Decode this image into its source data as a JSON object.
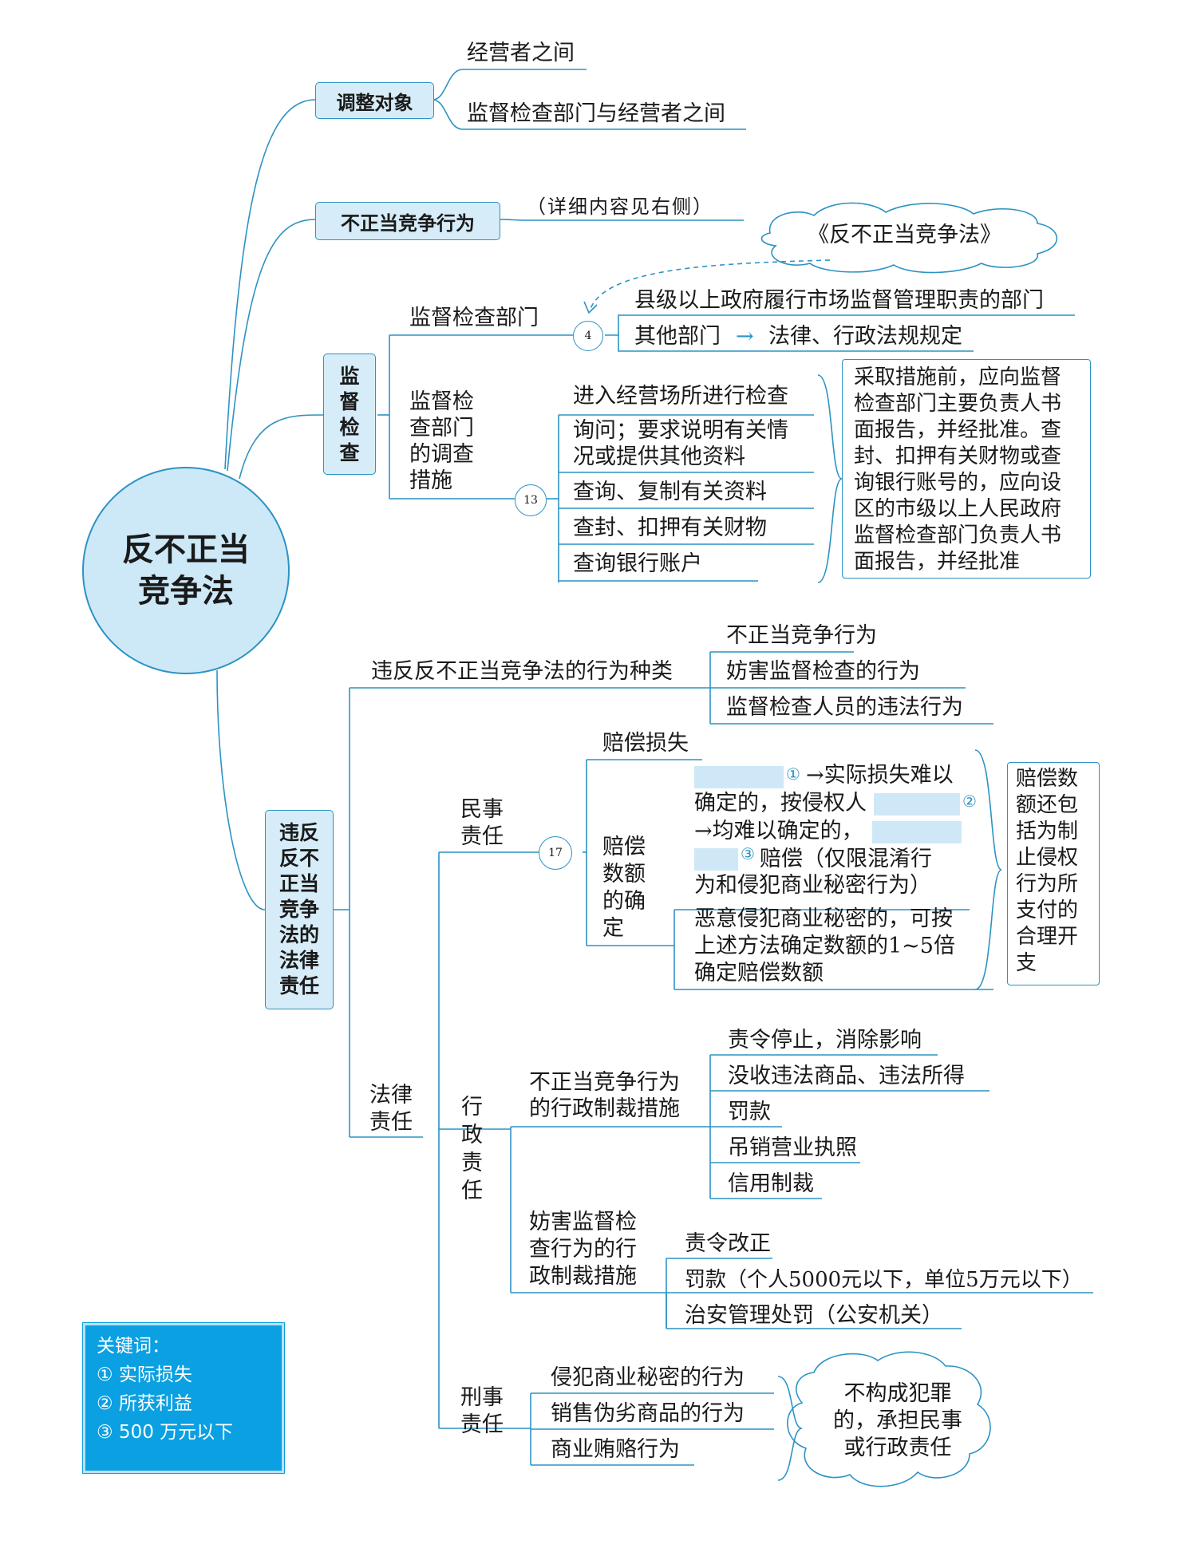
{
  "center": "反不正当\n竞争法",
  "b1": {
    "label": "调整对象",
    "items": [
      "经营者之间",
      "监督检查部门与经营者之间"
    ]
  },
  "b2": {
    "label": "不正当竞争行为",
    "note": "（详细内容见右侧）"
  },
  "cloud_law": "《反不正当竞争法》",
  "b3": {
    "label": "监\n督\n检\n查",
    "dept_label": "监督检查部门",
    "dept_num": "4",
    "dept_items": [
      "县级以上政府履行市场监督管理职责的部门",
      "其他部门",
      "法律、行政法规规定"
    ],
    "arrow": "→",
    "measures_label": "监督检\n查部门\n的调查\n措施",
    "measures_num": "13",
    "measures_items": [
      "进入经营场所进行检查",
      "询问；要求说明有关情\n况或提供其他资料",
      "查询、复制有关资料",
      "查封、扣押有关财物",
      "查询银行账户"
    ],
    "measures_note": "采取措施前，应向监督\n检查部门主要负责人书\n面报告，并经批准。查\n封、扣押有关财物或查\n询银行账号的，应向设\n区的市级以上人民政府\n监督检查部门负责人书\n面报告，并经批准"
  },
  "b4": {
    "label": "违反\n反不\n正当\n竞争\n法的\n法律\n责任",
    "kinds_label": "违反反不正当竞争法的行为种类",
    "kinds_items": [
      "不正当竞争行为",
      "妨害监督检查的行为",
      "监督检查人员的违法行为"
    ],
    "legal_label": "法律\n责任",
    "civil": {
      "label": "民事\n责任",
      "num": "17",
      "loss": "赔偿损失",
      "amount_label": "赔偿\n数额\n的确\n定",
      "m1": "①",
      "t1": "→实际损失难以",
      "t2": "确定的，按侵权人",
      "m2": "②",
      "t3": "→均难以确定的，",
      "m3": "③",
      "t4": "赔偿（仅限混淆行",
      "t5": "为和侵犯商业秘密行为）",
      "malice": "恶意侵犯商业秘密的，可按\n上述方法确定数额的1~5倍\n确定赔偿数额",
      "note": "赔偿数\n额还包\n括为制\n止侵权\n行为所\n支付的\n合理开\n支"
    },
    "admin": {
      "label": "行\n政\n责\n任",
      "unfair_label": "不正当竞争行为\n的行政制裁措施",
      "unfair_items": [
        "责令停止，消除影响",
        "没收违法商品、违法所得",
        "罚款",
        "吊销营业执照",
        "信用制裁"
      ],
      "obstruct_label": "妨害监督检\n查行为的行\n政制裁措施",
      "obstruct_items": [
        "责令改正",
        "罚款（个人5000元以下，单位5万元以下）",
        "治安管理处罚（公安机关）"
      ]
    },
    "criminal": {
      "label": "刑事\n责任",
      "items": [
        "侵犯商业秘密的行为",
        "销售伪劣商品的行为",
        "商业贿赂行为"
      ],
      "cloud": "不构成犯罪\n的，承担民事\n或行政责任"
    }
  },
  "keywords": {
    "title": "关键词：",
    "items": [
      "① 实际损失",
      "② 所获利益",
      "③ 500 万元以下"
    ]
  },
  "colors": {
    "line": "#2c93c4",
    "box": "#d6ecf8",
    "key": "#0aa0e2"
  }
}
